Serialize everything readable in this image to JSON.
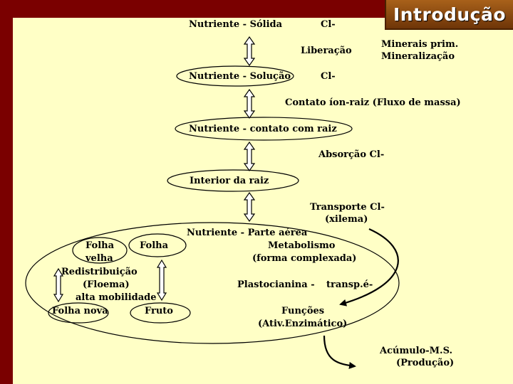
{
  "title": "Introdução",
  "flow": {
    "solid": "Nutriente - Sólida",
    "solid_ion": "Cl-",
    "release": "Liberação",
    "minerals_line1": "Minerais prim.",
    "minerals_line2": "Mineralização",
    "solution": "Nutriente - Solução",
    "solution_ion": "Cl-",
    "contact_process": "Contato íon-raiz  (Fluxo de massa)",
    "root_contact": "Nutriente - contato com raiz",
    "absorption": "Absorção  Cl-",
    "root_interior": "Interior da raiz",
    "transport_line1": "Transporte  Cl-",
    "transport_line2": "(xilema)"
  },
  "shoot": {
    "title": "Nutriente - Parte aérea",
    "old_leaf_line1": "Folha",
    "old_leaf_line2": "velha",
    "leaf": "Folha",
    "metabolism_line1": "Metabolismo",
    "metabolism_line2": "(forma complexada)",
    "redistribution_line1": "Redistribuição",
    "redistribution_line2": "(Floema)",
    "redistribution_line3": "alta mobilidade",
    "plastocyanin": "Plastocianina -",
    "transp": "transp.é-",
    "new_leaf": "Folha nova",
    "fruit": "Fruto",
    "functions_line1": "Funções",
    "functions_line2": "(Ativ.Enzimático)"
  },
  "accumulation": {
    "line1": "Acúmulo-M.S.",
    "line2": "(Produção)"
  }
}
